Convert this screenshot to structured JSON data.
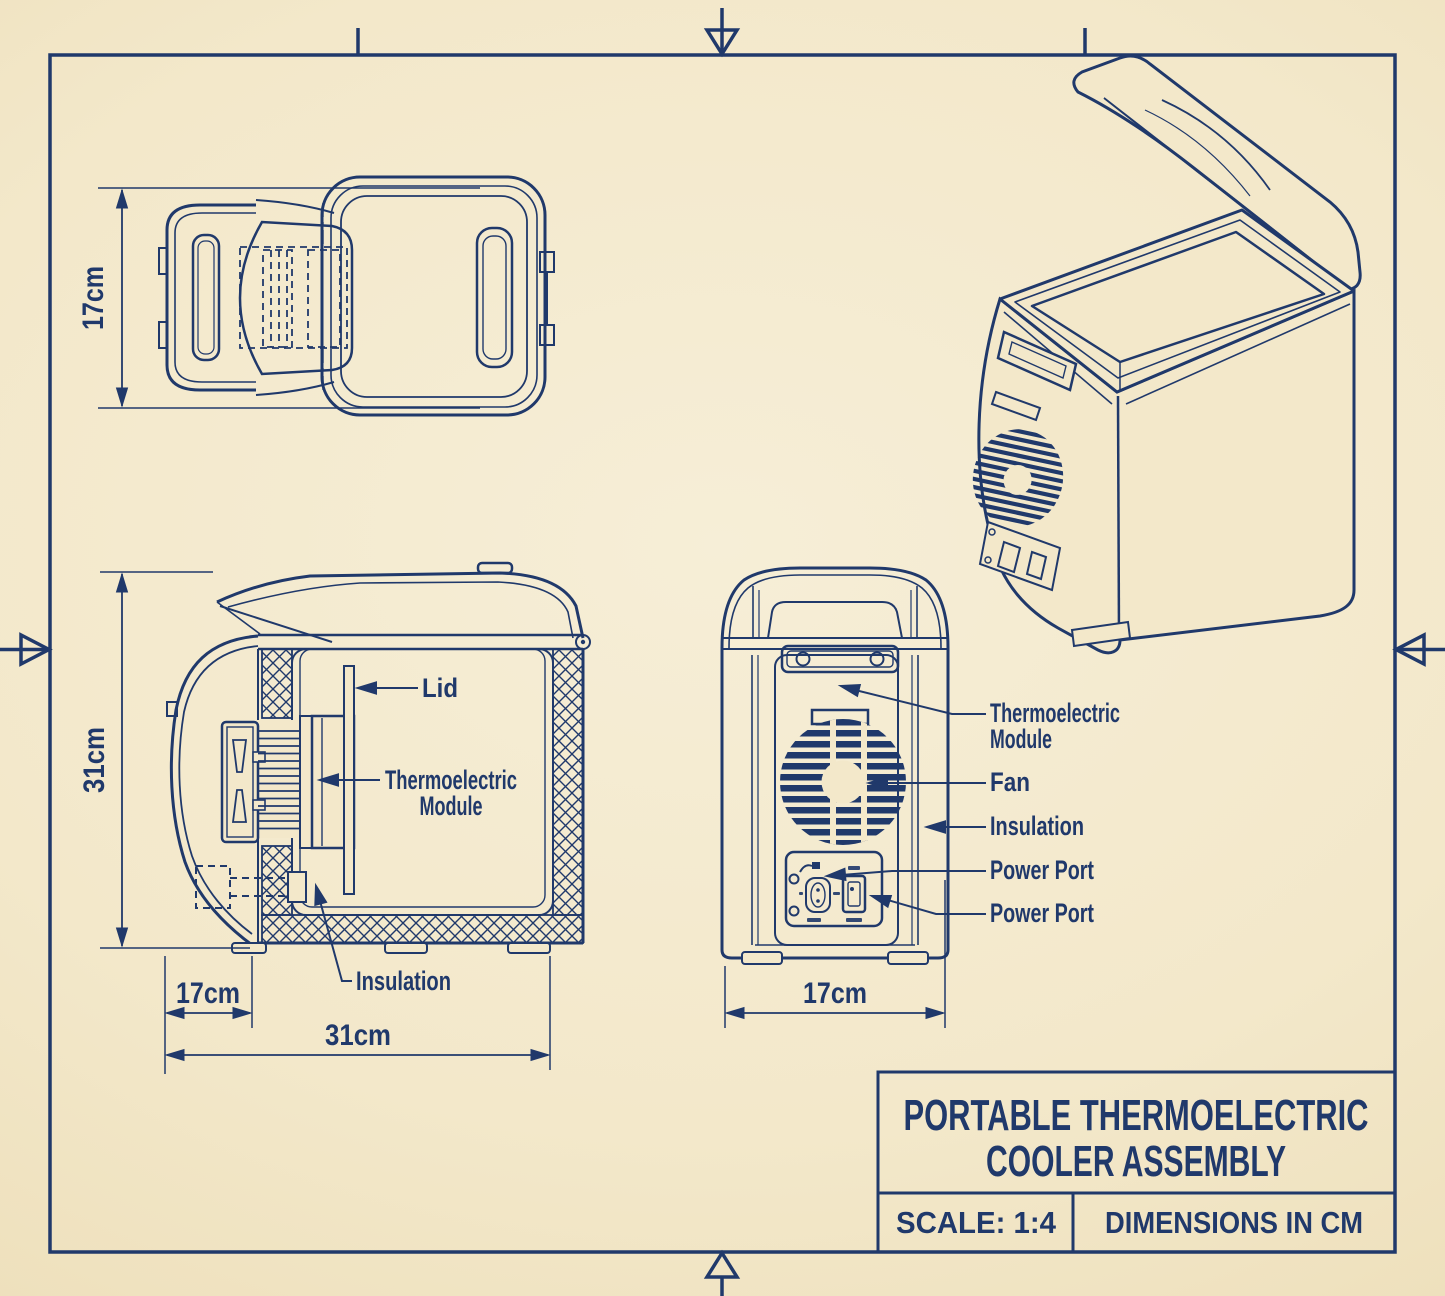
{
  "colors": {
    "paper": "#f3e8ca",
    "ink": "#20396b"
  },
  "title_block": {
    "title_line1": "PORTABLE THERMOELECTRIC",
    "title_line2": "COOLER ASSEMBLY",
    "scale_label": "SCALE: 1:4",
    "units_label": "DIMENSIONS IN CM"
  },
  "views": {
    "top_view": {
      "dim_width": "17cm"
    },
    "side_view": {
      "label_lid": "Lid",
      "label_module_line1": "Thermoelectric",
      "label_module_line2": "Module",
      "label_insulation": "Insulation",
      "dim_height": "31cm",
      "dim_module_offset": "17cm",
      "dim_depth": "31cm"
    },
    "back_view": {
      "label_module_line1": "Thermoelectric",
      "label_module_line2": "Module",
      "label_fan": "Fan",
      "label_insulation": "Insulation",
      "label_power_port_top": "Power Port",
      "label_power_port_bottom": "Power Port",
      "dim_width": "17cm"
    }
  }
}
